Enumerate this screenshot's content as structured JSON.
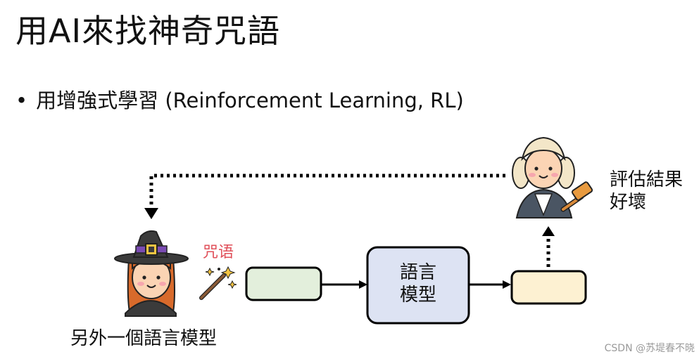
{
  "title": "用AI來找神奇咒語",
  "bullet": "用增強式學習 (Reinforcement Learning, RL)",
  "spell_label": "咒语",
  "model_label_line1": "語言",
  "model_label_line2": "模型",
  "judge_label_line1": "評估結果",
  "judge_label_line2": "好壞",
  "other_model_label": "另外一個語言模型",
  "watermark": "CSDN @苏堤春不晓",
  "colors": {
    "input_box_fill": "#e3efdc",
    "model_box_fill": "#dde3f3",
    "output_box_fill": "#fdf1d2",
    "spell_text": "#e0505a"
  },
  "icons": [
    "witch-icon",
    "magic-wand-icon",
    "judge-icon",
    "gavel-icon"
  ]
}
